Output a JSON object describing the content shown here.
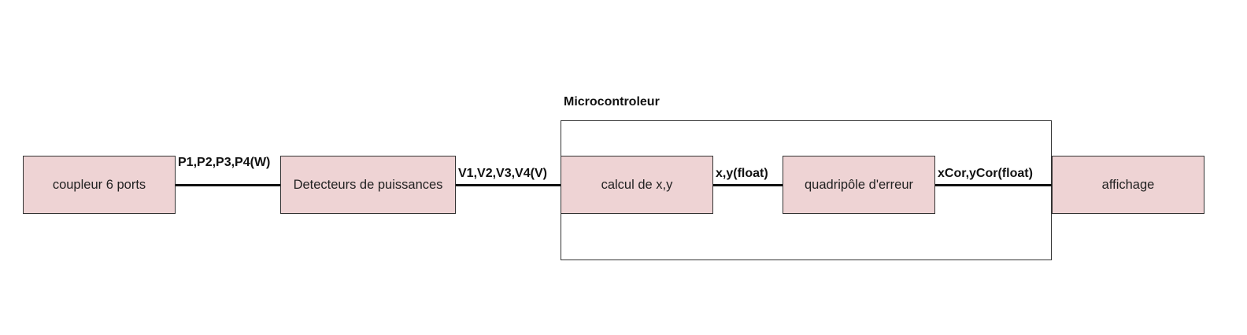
{
  "diagram": {
    "group": {
      "title": "Microcontroleur"
    },
    "blocks": {
      "coupler": "coupleur 6 ports",
      "detectors": "Detecteurs de puissances",
      "calc": "calcul de x,y",
      "quadripole": "quadripôle d'erreur",
      "display": "affichage"
    },
    "links": {
      "powers": "P1,P2,P3,P4(W)",
      "voltages": "V1,V2,V3,V4(V)",
      "coords": "x,y(float)",
      "corrected": "xCor,yCor(float)"
    },
    "colors": {
      "block_fill": "#eed3d4",
      "stroke": "#333333",
      "wire": "#111111"
    }
  }
}
